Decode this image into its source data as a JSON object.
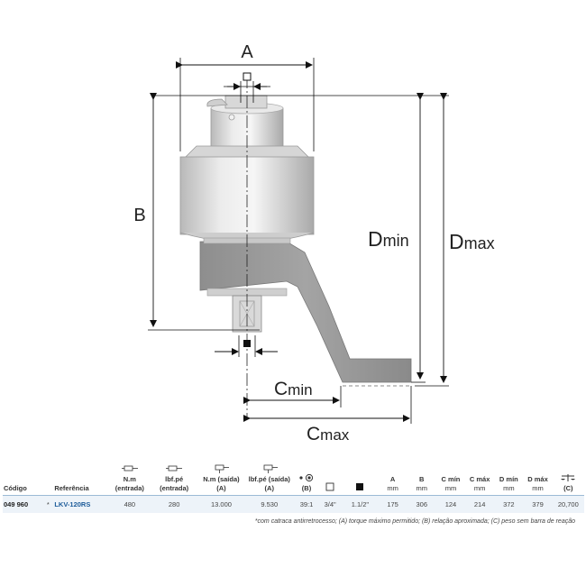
{
  "diagram": {
    "labels": {
      "a": "A",
      "b": "B",
      "dmin_main": "D",
      "dmin_sub": "min",
      "dmax_main": "D",
      "dmax_sub": "max",
      "cmin_main": "C",
      "cmin_sub": "min",
      "cmax_main": "C",
      "cmax_sub": "max"
    },
    "icons": [
      "square-drive-input-icon",
      "square-drive-output-icon"
    ]
  },
  "table": {
    "headers": {
      "codigo": "Código",
      "referencia": "Referência",
      "nm_entrada": "N.m (entrada)",
      "lbf_entrada": "lbf.pé (entrada)",
      "nm_saida": "N.m (saída) (A)",
      "lbf_saida": "lbf.pé (saída) (A)",
      "ratio": "(B)",
      "a": "A",
      "a_unit": "mm",
      "b": "B",
      "b_unit": "mm",
      "cmin": "C mín",
      "cmin_unit": "mm",
      "cmax": "C máx",
      "cmax_unit": "mm",
      "dmin": "D mín",
      "dmin_unit": "mm",
      "dmax": "D máx",
      "dmax_unit": "mm",
      "weight": "(C)"
    },
    "row": {
      "codigo": "049 960",
      "asterisk": "*",
      "referencia": "LKV-120RS",
      "nm_entrada": "480",
      "lbf_entrada": "280",
      "nm_saida": "13.000",
      "lbf_saida": "9.530",
      "ratio": "39:1",
      "input_square": "3/4\"",
      "output_square": "1.1/2\"",
      "a": "175",
      "b": "306",
      "cmin": "124",
      "cmax": "214",
      "dmin": "372",
      "dmax": "379",
      "weight": "20,700"
    },
    "colors": {
      "accent": "#1d5c9a",
      "row_bg": "#edf3f9",
      "rule": "#9bbad6"
    }
  },
  "footnote": "*com catraca antirretrocesso; (A) torque máximo permitido; (B) relação aproximada; (C) peso sem barra de reação"
}
